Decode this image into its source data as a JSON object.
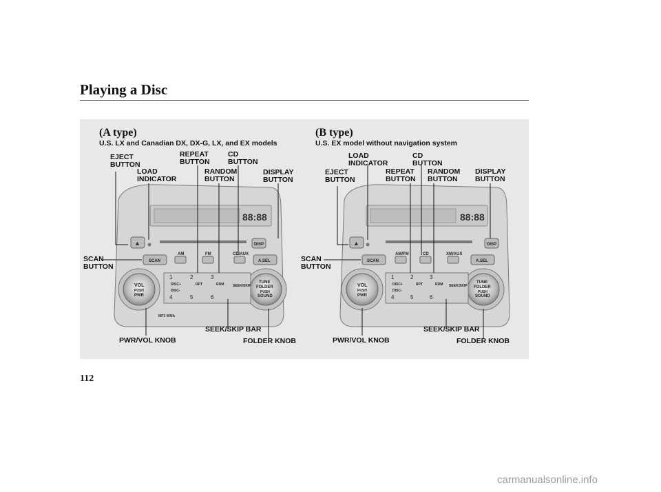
{
  "page": {
    "title": "Playing a Disc",
    "number": "112",
    "watermark": "carmanualsonline.info"
  },
  "type_a": {
    "heading": "(A type)",
    "model": "U.S. LX and Canadian DX, DX-G, LX, and EX models",
    "labels": {
      "eject": [
        "EJECT",
        "BUTTON"
      ],
      "load": [
        "LOAD",
        "INDICATOR"
      ],
      "repeat": [
        "REPEAT",
        "BUTTON"
      ],
      "random": [
        "RANDOM",
        "BUTTON"
      ],
      "cd": [
        "CD",
        "BUTTON"
      ],
      "display": [
        "DISPLAY",
        "BUTTON"
      ],
      "scan": [
        "SCAN",
        "BUTTON"
      ],
      "pwr_vol": "PWR/VOL KNOB",
      "seek_skip": "SEEK/SKIP BAR",
      "folder": "FOLDER KNOB"
    },
    "radio": {
      "display_text": "88:88",
      "buttons": [
        "SCAN",
        "AM",
        "FM",
        "CD/AUX",
        "A.SEL"
      ],
      "presets": [
        "1",
        "2",
        "3",
        "4",
        "5",
        "6"
      ],
      "preset_sublabels": [
        "DISC+",
        "DISC-",
        "RPT",
        "RDM",
        "SEEK/SKIP"
      ],
      "vol_knob": [
        "VOL",
        "PUSH",
        "PWR"
      ],
      "tune_knob": [
        "TUNE",
        "FOLDER",
        "PUSH",
        "SOUND"
      ],
      "badge": "MP3 WMA",
      "disp_btn": "DISP"
    }
  },
  "type_b": {
    "heading": "(B type)",
    "model": "U.S. EX model without navigation system",
    "labels": {
      "eject": [
        "EJECT",
        "BUTTON"
      ],
      "load": [
        "LOAD",
        "INDICATOR"
      ],
      "repeat": [
        "REPEAT",
        "BUTTON"
      ],
      "random": [
        "RANDOM",
        "BUTTON"
      ],
      "cd": [
        "CD",
        "BUTTON"
      ],
      "display": [
        "DISPLAY",
        "BUTTON"
      ],
      "scan": [
        "SCAN",
        "BUTTON"
      ],
      "pwr_vol": "PWR/VOL KNOB",
      "seek_skip": "SEEK/SKIP BAR",
      "folder": "FOLDER KNOB"
    },
    "radio": {
      "display_text": "88:88",
      "buttons": [
        "SCAN",
        "AM/FM",
        "CD",
        "XM/AUX",
        "A.SEL"
      ],
      "presets": [
        "1",
        "2",
        "3",
        "4",
        "5",
        "6"
      ],
      "preset_sublabels": [
        "DISC+",
        "DISC-",
        "RPT",
        "RDM",
        "SEEK/SKIP"
      ],
      "vol_knob": [
        "VOL",
        "PUSH",
        "PWR"
      ],
      "tune_knob": [
        "TUNE",
        "FOLDER",
        "PUSH",
        "SOUND"
      ],
      "disp_btn": "DISP"
    }
  }
}
